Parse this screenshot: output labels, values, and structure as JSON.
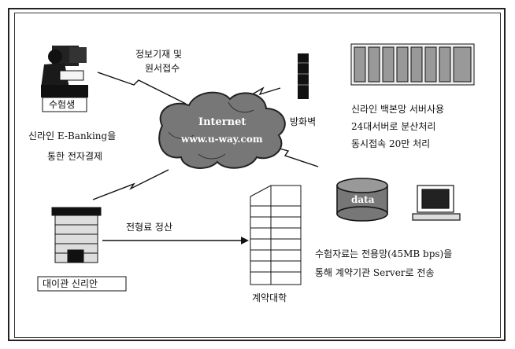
{
  "labels": {
    "info_collect": "정보기재 및",
    "info_collect2": "원서접수",
    "applicant": "수험생",
    "applicant_desc1": "신라인 E-Banking을",
    "applicant_desc2": "통한 전자결제",
    "firewall": "방화벽",
    "server_desc1": "신라인 백본망 서버사용",
    "server_desc2": "24대서버로 분산처리",
    "server_desc3": "동시접속 20만 처리",
    "internet": "Internet",
    "internet_url": "www.u-way.com",
    "database": "data",
    "transfer": "전형료 정산",
    "bank": "대이관 신리안",
    "contract": "계약대학",
    "send_desc1": "수험자료는 전용망(45MB bps)을",
    "send_desc2": "통해 계약기관 Server로 전송"
  },
  "icons": [
    "applicant-icon",
    "cloud-icon",
    "firewall-icon",
    "server-rack-icon",
    "database-icon",
    "computer-icon",
    "bank-building-icon",
    "contract-server-icon",
    "lightning-icon"
  ]
}
